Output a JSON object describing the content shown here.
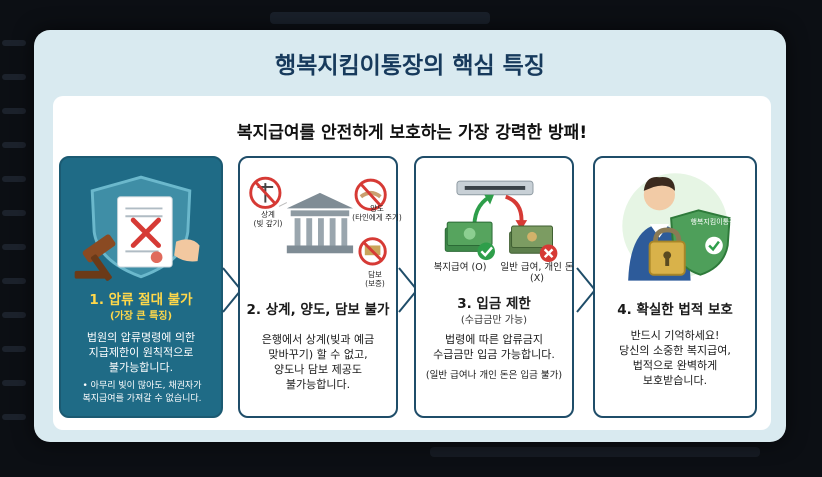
{
  "title": "행복지킴이통장의 핵심 특징",
  "subtitle": "복지급여를 안전하게 보호하는 가장 강력한 방패!",
  "panels": [
    {
      "title": "1. 압류 절대 불가",
      "subtitle": "(가장 큰 특징)",
      "body": "법원의 압류명령에 의한\n지급제한이 원칙적으로\n불가능합니다.",
      "note": "• 아무리 빚이 많아도, 채권자가\n복지급여를 가져갈 수 없습니다."
    },
    {
      "title": "2. 상계, 양도, 담보 불가",
      "body": "은행에서 상계(빚과 예금\n맞바꾸기) 할 수 없고,\n양도나 담보 제공도\n불가능합니다.",
      "labels": {
        "offset": "상계",
        "offset_sub": "(빚 갚기)",
        "transfer": "양도",
        "transfer_sub": "(타인에게 주기)",
        "collateral": "담보",
        "collateral_sub": "(보증)"
      }
    },
    {
      "title": "3. 입금 제한",
      "subtitle": "(수급금만 가능)",
      "body": "법령에 따른 압류금지\n수급금만 입금 가능합니다.",
      "note": "(일반 급여나 개인 돈은 입금 불가)",
      "labels": {
        "allowed": "복지급여 (O)",
        "denied": "일반 급여, 개인 돈\n(X)"
      }
    },
    {
      "title": "4. 확실한 법적 보호",
      "body": "반드시 기억하세요!\n당신의 소중한 복지급여,\n법적으로 완벽하게\n보호받습니다.",
      "labels": {
        "shield": "행복지킴이통장"
      }
    }
  ],
  "colors": {
    "card_bg": "#d9eaf0",
    "title": "#173a5c",
    "panel1_bg": "#1f6b86",
    "panel1_title": "#ffd84a",
    "border": "#1f4d69",
    "check": "#2e9e4a",
    "cross": "#d63a35"
  },
  "icons": [
    "shield-icon",
    "gavel-icon",
    "document-icon",
    "bank-icon",
    "scales-icon",
    "handshake-icon",
    "money-icon",
    "atm-slot-icon",
    "check-icon",
    "cross-icon",
    "person-icon",
    "lock-icon"
  ]
}
